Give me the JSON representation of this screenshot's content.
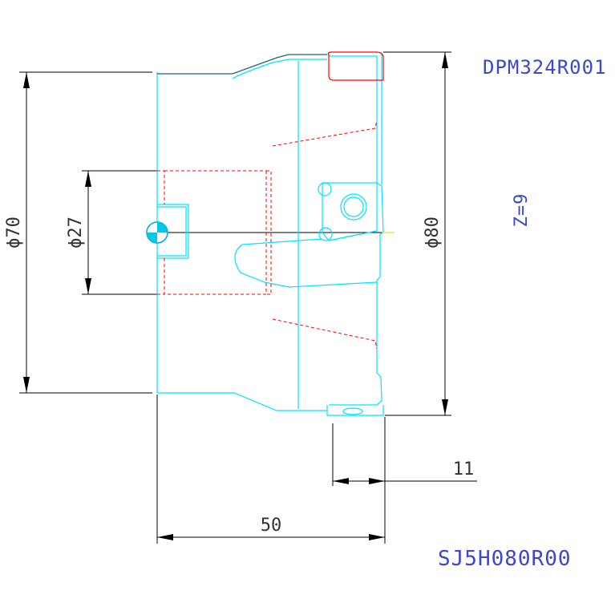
{
  "drawing": {
    "top_code": "DPM324R001",
    "bottom_code": "SJ5H080R00",
    "teeth_label": "Z=9",
    "dims": {
      "d70": "ϕ70",
      "d27": "ϕ27",
      "d80": "ϕ80",
      "len50": "50",
      "len11": "11"
    },
    "colors": {
      "outline": "#00e5ff",
      "hidden": "#ff0000",
      "dimension": "#000000",
      "code_text": "#3b48c8"
    }
  }
}
